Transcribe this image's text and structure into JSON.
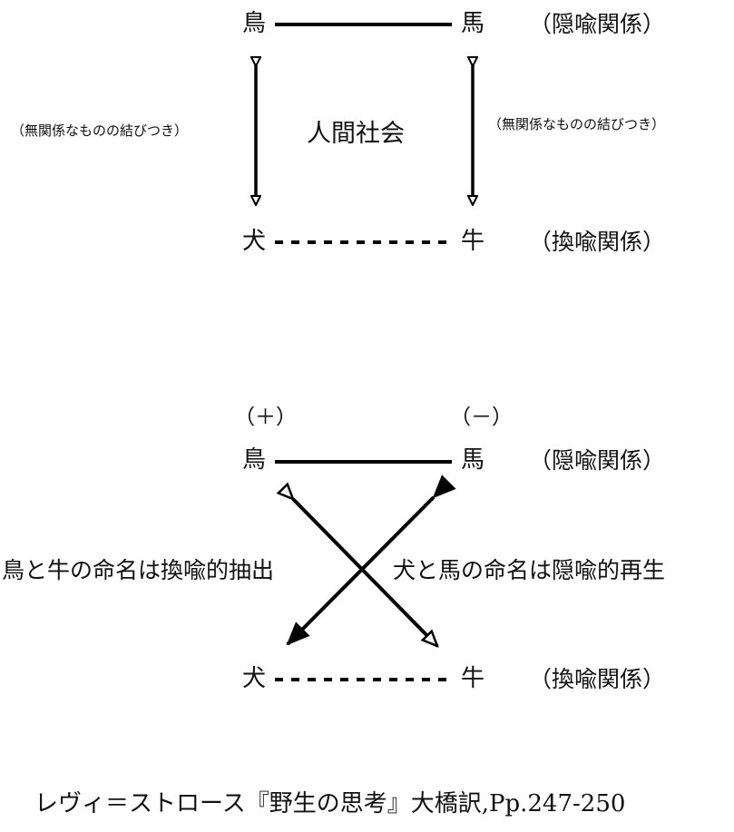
{
  "top": {
    "nodes": {
      "bird": "鳥",
      "horse": "馬",
      "dog": "犬",
      "cow": "牛"
    },
    "metaphor_label": "（隠喩関係）",
    "metonymy_label": "（換喩関係）",
    "left_side_label": "（無関係なものの結びつき）",
    "right_side_label": "（無関係なものの結びつき）",
    "center_label": "人間社会"
  },
  "bottom": {
    "nodes": {
      "bird": "鳥",
      "horse": "馬",
      "dog": "犬",
      "cow": "牛"
    },
    "plus_sign": "（＋）",
    "minus_sign": "（－）",
    "metaphor_label": "（隠喩関係）",
    "metonymy_label": "（換喩関係）",
    "left_desc": "鳥と牛の命名は換喩的抽出",
    "right_desc": "犬と馬の命名は隠喩的再生"
  },
  "citation": "レヴィ＝ストロース『野生の思考』大橋訳,Pp.247-250"
}
